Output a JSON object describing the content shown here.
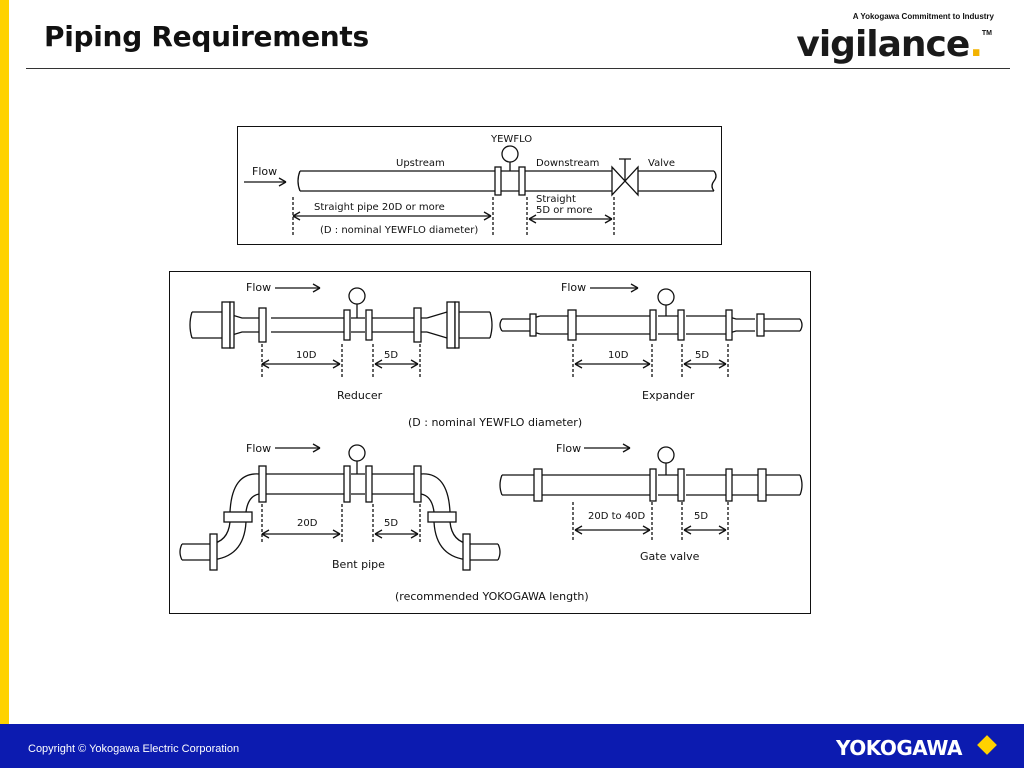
{
  "slide": {
    "title": "Piping Requirements"
  },
  "logo": {
    "tagline": "A Yokogawa Commitment to Industry",
    "word": "vigilance",
    "dot": ".",
    "tm": "TM"
  },
  "diagram_top": {
    "flow": "Flow",
    "meter": "YEWFLO",
    "upstream": "Upstream",
    "downstream": "Downstream",
    "valve": "Valve",
    "straight_pipe": "Straight pipe 20D or more",
    "nominal_note": "(D : nominal YEWFLO diameter)",
    "straight": "Straight",
    "straight_5d": "5D or more"
  },
  "diagram_grid": {
    "flow": "Flow",
    "reducer": {
      "up": "10D",
      "down": "5D",
      "caption": "Reducer"
    },
    "expander": {
      "up": "10D",
      "down": "5D",
      "caption": "Expander"
    },
    "middle_note": "(D : nominal YEWFLO diameter)",
    "bent": {
      "up": "20D",
      "down": "5D",
      "caption": "Bent pipe"
    },
    "gate": {
      "up": "20D to 40D",
      "down": "5D",
      "caption": "Gate valve"
    },
    "bottom_note": "(recommended YOKOGAWA length)"
  },
  "footer": {
    "copyright": "Copyright © Yokogawa Electric Corporation",
    "brand": "YOKOGAWA"
  }
}
